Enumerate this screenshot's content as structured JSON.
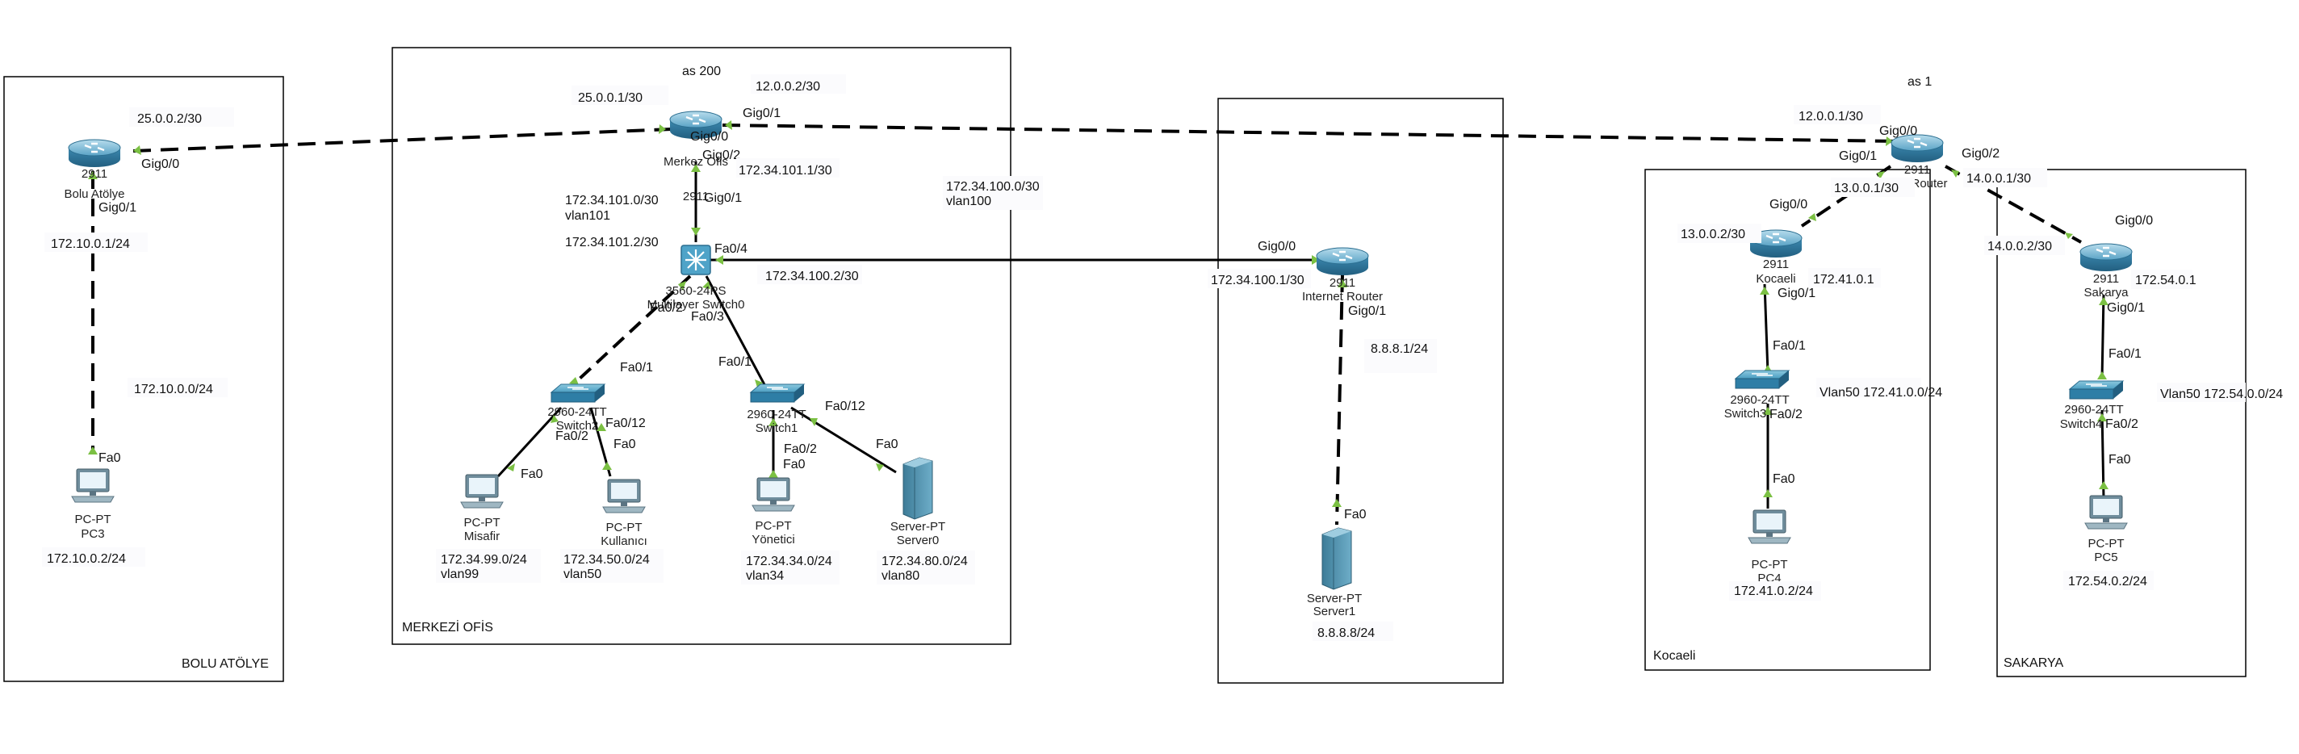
{
  "areas": {
    "bolu": "BOLU ATÖLYE",
    "merkez": "MERKEZİ OFİS",
    "kocaeli": "Kocaeli",
    "sakarya": "SAKARYA",
    "as200": "as 200",
    "as1": "as 1"
  },
  "devices": {
    "bolu_router": {
      "model": "2911",
      "name": "Bolu Atölye"
    },
    "merkez_router": {
      "model": "2911",
      "name": "Merkez Ofis"
    },
    "ml_switch": {
      "model": "3560-24PS",
      "name": "Multilayer Switch0"
    },
    "sw_left": {
      "model": "2960-24TT",
      "name": "Switch2"
    },
    "sw_right": {
      "model": "2960-24TT",
      "name": "Switch1"
    },
    "pc_misafir": {
      "model": "PC-PT",
      "name": "Misafir"
    },
    "pc_kullanici": {
      "model": "PC-PT",
      "name": "Kullanıcı"
    },
    "pc_yonetici": {
      "model": "PC-PT",
      "name": "Yönetici"
    },
    "server0": {
      "model": "Server-PT",
      "name": "Server0"
    },
    "pc3": {
      "model": "PC-PT",
      "name": "PC3"
    },
    "internet_router": {
      "model": "2911",
      "name": "Internet Router"
    },
    "server1": {
      "model": "Server-PT",
      "name": "Server1"
    },
    "as1_router": {
      "model": "2911",
      "name": "Router"
    },
    "kocaeli_router": {
      "model": "2911",
      "name": "Kocaeli"
    },
    "kocaeli_switch": {
      "model": "2960-24TT",
      "name": "Switch3"
    },
    "pc4": {
      "model": "PC-PT",
      "name": "PC4"
    },
    "sakarya_router": {
      "model": "2911",
      "name": "Sakarya"
    },
    "sakarya_switch": {
      "model": "2960-24TT",
      "name": "Switch4"
    },
    "pc5": {
      "model": "PC-PT",
      "name": "PC5"
    }
  },
  "ports": {
    "bolu_g00": "Gig0/0",
    "bolu_g01": "Gig0/1",
    "pc3_fa0": "Fa0",
    "merkez_g00": "Gig0/0",
    "merkez_g01": "Gig0/1",
    "merkez_g02": "Gig0/2",
    "ml_g01": "Gig0/1",
    "ml_fa04": "Fa0/4",
    "ml_fa03": "Fa0/3",
    "ml_fa02": "Fa0/2",
    "sw2_fa01": "Fa0/1",
    "sw2_fa02": "Fa0/2",
    "sw2_fa012": "Fa0/12",
    "misafir_fa0": "Fa0",
    "kullanici_fa0": "Fa0",
    "sw1_fa01": "Fa0/1",
    "sw1_fa02": "Fa0/2",
    "sw1_fa012": "Fa0/12",
    "yonetici_fa0": "Fa0",
    "server0_fa0": "Fa0",
    "inet_g00": "Gig0/0",
    "inet_g01": "Gig0/1",
    "server1_fa0": "Fa0",
    "as1_g00": "Gig0/0",
    "as1_g01": "Gig0/1",
    "as1_g02": "Gig0/2",
    "koc_g00": "Gig0/0",
    "koc_g01": "Gig0/1",
    "koc_sw_fa01": "Fa0/1",
    "koc_sw_fa02": "Fa0/2",
    "pc4_fa0": "Fa0",
    "sak_g00": "Gig0/0",
    "sak_g01": "Gig0/1",
    "sak_sw_fa01": "Fa0/1",
    "sak_sw_fa02": "Fa0/2",
    "pc5_fa0": "Fa0"
  },
  "addresses": {
    "bolu_wan": "25.0.0.2/30",
    "merkez_bolu": "25.0.0.1/30",
    "merkez_as1": "12.0.0.2/30",
    "merkez_ml": "172.34.101.1/30",
    "net_101": "172.34.101.0/30",
    "vlan101": "vlan101",
    "ml_101": "172.34.101.2/30",
    "net_100": "172.34.100.0/30",
    "vlan100": "vlan100",
    "ml_100": "172.34.100.2/30",
    "bolu_lan_gw": "172.10.0.1/24",
    "bolu_lan": "172.10.0.0/24",
    "pc3_ip": "172.10.0.2/24",
    "misafir_net": "172.34.99.0/24",
    "vlan99": "vlan99",
    "kullanici_net": "172.34.50.0/24",
    "vlan50": "vlan50",
    "yonetici_net": "172.34.34.0/24",
    "vlan34": "vlan34",
    "server0_net": "172.34.80.0/24",
    "vlan80": "vlan80",
    "inet_lan_side": "172.34.100.1/30",
    "inet_srv_gw": "8.8.8.1/24",
    "server1_ip": "8.8.8.8/24",
    "as1_merkez": "12.0.0.1/30",
    "as1_koc": "13.0.0.1/30",
    "as1_sak": "14.0.0.1/30",
    "koc_wan": "13.0.0.2/30",
    "koc_gw": "172.41.0.1",
    "koc_vlan": "Vlan50 172.41.0.0/24",
    "pc4_ip": "172.41.0.2/24",
    "sak_wan": "14.0.0.2/30",
    "sak_gw": "172.54.0.1",
    "sak_vlan": "Vlan50 172.54.0.0/24",
    "pc5_ip": "172.54.0.2/24"
  },
  "colors": {
    "border": "#000000",
    "link": "#000000",
    "port_marker": "#7bc043",
    "router_body": "#3f8fb5",
    "switch_body": "#3f8fb5"
  }
}
